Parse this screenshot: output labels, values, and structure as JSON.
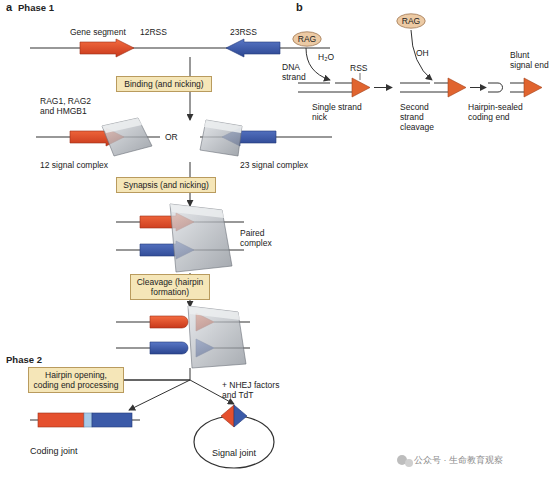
{
  "diagram": {
    "nodes": [
      {
        "text": [
          "Binding (and nicking)"
        ]
      },
      {
        "text": [
          "Synapsis (and nicking)"
        ]
      },
      {
        "text": [
          "Cleavage (hairpin formation)"
        ]
      },
      {
        "text": [
          "Hairpin opening, coding end processing"
        ]
      },
      {
        "text": [
          "Coding joint"
        ]
      },
      {
        "text": [
          "Signal joint"
        ]
      },
      {
        "text": [
          "RAG"
        ]
      },
      {
        "text": [
          "RAG"
        ]
      }
    ],
    "edges": [
      {
        "from": 3,
        "to": 4,
        "arrow": "to"
      },
      {
        "from": 3,
        "to": 5,
        "arrow": "to",
        "label": "+ NHEJ factors and TdT"
      }
    ],
    "labels": [
      "a",
      "Phase 1",
      "Gene segment",
      "12RSS",
      "23RSS",
      "RAG1, RAG2 and HMGB1",
      "OR",
      "12 signal complex",
      "23 signal complex",
      "Paired complex",
      "Phase 2",
      "b",
      "H₂O",
      "DNA strand",
      "RSS",
      "Single strand nick",
      "OH",
      "Second strand cleavage",
      "Hairpin-sealed coding end",
      "Blunt signal end",
      "公众号 · 生命教育观察"
    ]
  }
}
